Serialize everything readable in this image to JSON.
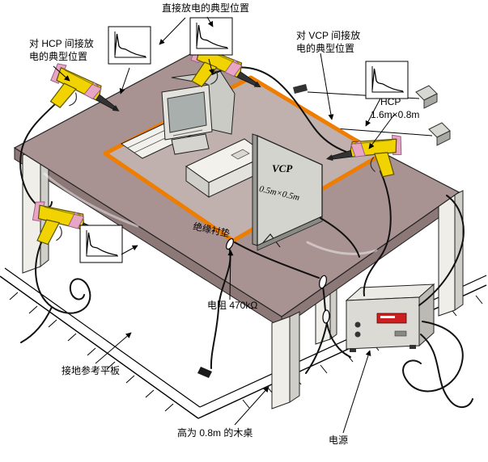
{
  "diagram": {
    "labels": {
      "direct_discharge": "直接放电的典型位置",
      "hcp_indirect": [
        "对 HCP 间接放",
        "电的典型位置"
      ],
      "vcp_indirect": [
        "对 VCP 间接放",
        "电的典型位置"
      ],
      "hcp_name": "HCP",
      "hcp_size": "1.6m×0.8m",
      "vcp_name": "VCP",
      "vcp_size": "0.5m×0.5m",
      "insulating_pad": "绝缘衬垫",
      "resistor": "电阻 470kΩ",
      "ground_plane": "接地参考平板",
      "table": "高为 0.8m 的木桌",
      "power": "电源"
    },
    "colors": {
      "table_top": "#a89292",
      "table_edge": "#8d7878",
      "mat_border": "#ef7d00",
      "mat_fill": "#c0b1af",
      "gun_body": "#f0d300",
      "gun_accent": "#e7a6c5",
      "power_red": "#cc2020",
      "cable_black": "#111111"
    }
  }
}
